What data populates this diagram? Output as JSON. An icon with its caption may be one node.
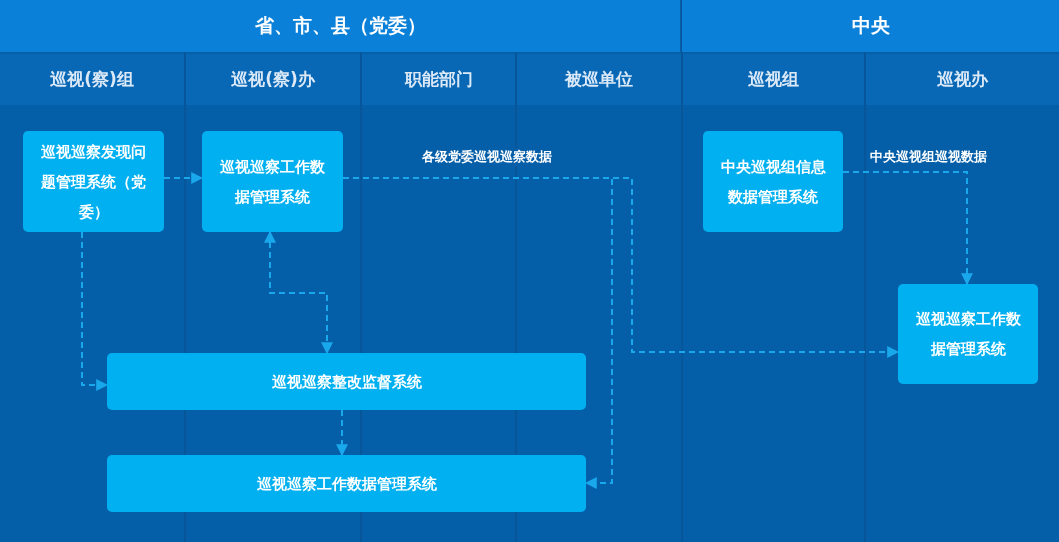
{
  "diagram": {
    "nodes": [
      {
        "text": [
          "省、市、县（党委）"
        ]
      },
      {
        "text": [
          "中央"
        ]
      },
      {
        "text": [
          "巡视(察)组"
        ]
      },
      {
        "text": [
          "巡视(察)办"
        ]
      },
      {
        "text": [
          "职能部门"
        ]
      },
      {
        "text": [
          "被巡单位"
        ]
      },
      {
        "text": [
          "巡视组"
        ]
      },
      {
        "text": [
          "巡视办"
        ]
      },
      {
        "text": [
          "巡视巡察发现问题管理系统（党委）"
        ]
      },
      {
        "text": [
          "巡视巡察工作数据管理系统"
        ]
      },
      {
        "text": [
          "中央巡视组信息数据管理系统"
        ]
      },
      {
        "text": [
          "巡视巡察整改监督系统"
        ]
      },
      {
        "text": [
          "巡视巡察工作数据管理系统"
        ]
      },
      {
        "text": [
          "巡视巡察工作数据管理系统"
        ]
      }
    ],
    "edges": [
      {
        "from": 8,
        "to": 9,
        "arrow": "to",
        "style": "dashed"
      },
      {
        "from": 8,
        "to": 11,
        "arrow": "to",
        "style": "dashed"
      },
      {
        "from": 9,
        "to": 11,
        "arrow": "both",
        "style": "dashed"
      },
      {
        "from": 11,
        "to": 12,
        "arrow": "to",
        "style": "dashed"
      },
      {
        "from": 9,
        "to": 13,
        "arrow": "to",
        "style": "dashed",
        "label": "各级党委巡视巡察数据"
      },
      {
        "from": 9,
        "to": 12,
        "arrow": "to",
        "style": "dashed"
      },
      {
        "from": 10,
        "to": 13,
        "arrow": "to",
        "style": "dashed",
        "label": "中央巡视组巡视数据"
      }
    ]
  }
}
